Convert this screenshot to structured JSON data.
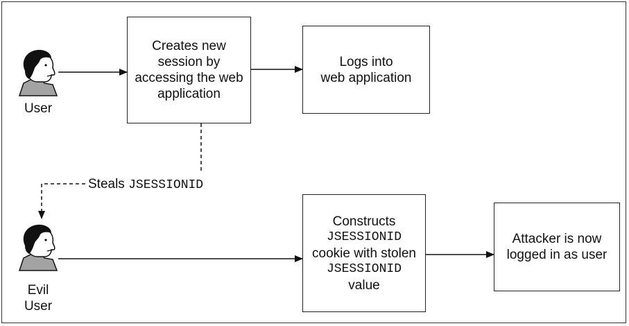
{
  "actors": {
    "user": {
      "label": "User"
    },
    "evil_user": {
      "label_line1": "Evil",
      "label_line2": "User"
    }
  },
  "boxes": {
    "create_session": {
      "lines": [
        "Creates new",
        "session by",
        "accessing the web",
        "application"
      ]
    },
    "logs_in": {
      "lines": [
        "Logs into",
        "web application"
      ]
    },
    "constructs_cookie": {
      "line1": "Constructs",
      "line2": "JSESSIONID",
      "line3": "cookie with stolen",
      "line4": "JSESSIONID",
      "line5": "value"
    },
    "attacker_logged_in": {
      "lines": [
        "Attacker is now",
        "logged in as user"
      ]
    }
  },
  "steal_label": {
    "prefix": "Steals",
    "token": "JSESSIONID"
  }
}
